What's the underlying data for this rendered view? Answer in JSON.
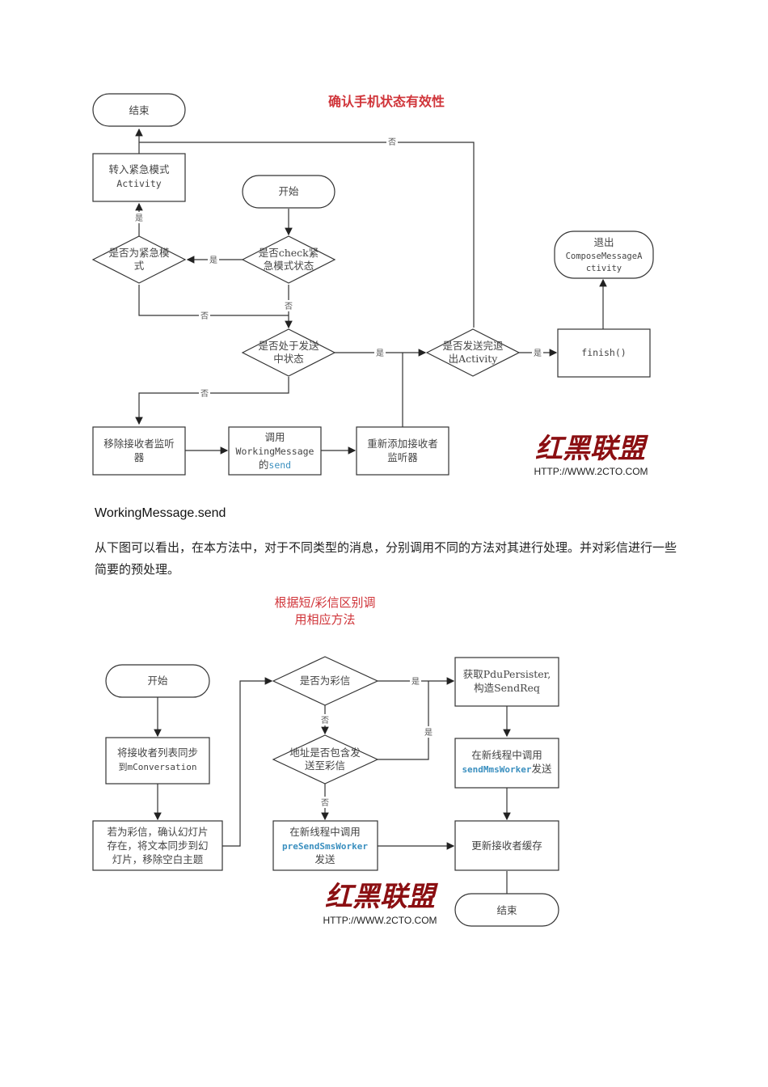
{
  "diagram1": {
    "title": "确认手机状态有效性",
    "nodes": {
      "end": "结束",
      "emergency_activity_l1": "转入紧急模式",
      "emergency_activity_l2": "Activity",
      "start": "开始",
      "check_emergency_l1": "是否check紧",
      "check_emergency_l2": "急模式状态",
      "is_emergency_l1": "是否为紧急模",
      "is_emergency_l2": "式",
      "is_sending_l1": "是否处于发送",
      "is_sending_l2": "中状态",
      "exit_after_send_l1": "是否发送完退",
      "exit_after_send_l2": "出Activity",
      "finish": "finish()",
      "exit_compose_l1": "退出",
      "exit_compose_l2": "ComposeMessageA",
      "exit_compose_l3": "ctivity",
      "remove_listener_l1": "移除接收者监听",
      "remove_listener_l2": "器",
      "call_send_l1": "调用",
      "call_send_l2": "WorkingMessage",
      "call_send_l3a": "的",
      "call_send_l3b": "send",
      "readd_listener_l1": "重新添加接收者",
      "readd_listener_l2": "监听器"
    },
    "edge_labels": {
      "yes": "是",
      "no": "否"
    }
  },
  "watermark": {
    "cn": "红黑联盟",
    "url": "HTTP://WWW.2CTO.COM"
  },
  "section": {
    "heading": "WorkingMessage.send",
    "paragraph": "从下图可以看出，在本方法中，对于不同类型的消息，分别调用不同的方法对其进行处理。并对彩信进行一些简要的预处理。"
  },
  "diagram2": {
    "title_l1": "根据短/彩信区别调",
    "title_l2": "用相应方法",
    "nodes": {
      "start": "开始",
      "sync_recipients_l1": "将接收者列表同步",
      "sync_recipients_l2": "到mConversation",
      "mms_prep_l1": "若为彩信，确认幻灯片",
      "mms_prep_l2": "存在，将文本同步到幻",
      "mms_prep_l3": "灯片，移除空白主题",
      "is_mms": "是否为彩信",
      "addr_mms_l1": "地址是否包含发",
      "addr_mms_l2": "送至彩信",
      "sms_worker_l1": "在新线程中调用",
      "sms_worker_l2": "preSendSmsWorker",
      "sms_worker_l3": "发送",
      "pdu_l1": "获取PduPersister,",
      "pdu_l2": "构造SendReq",
      "mms_worker_l1": "在新线程中调用",
      "mms_worker_l2a": "sendMmsWorker",
      "mms_worker_l2b": "发送",
      "update_cache": "更新接收者缓存",
      "end": "结束"
    },
    "edge_labels": {
      "yes": "是",
      "no": "否"
    }
  }
}
